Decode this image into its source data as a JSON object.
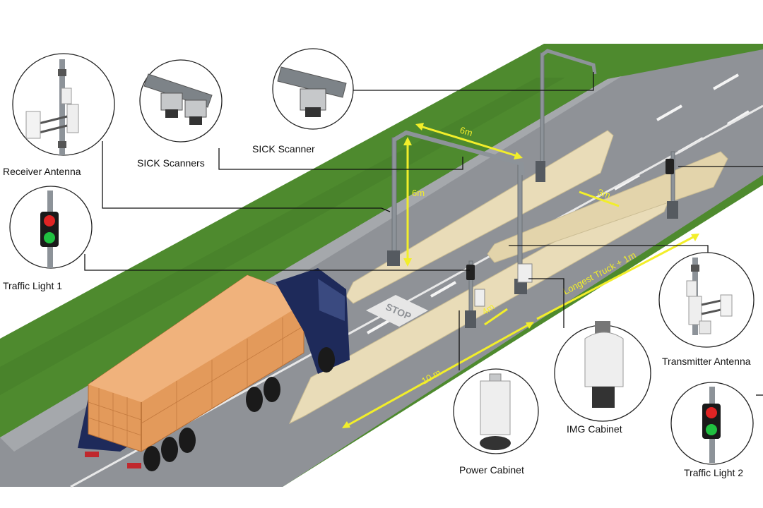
{
  "labels": {
    "receiver_antenna": "Receiver Antenna",
    "sick_scanners": "SICK Scanners",
    "sick_scanner": "SICK Scanner",
    "traffic_light_1": "Traffic Light 1",
    "traffic_light_2": "Traffic Light 2",
    "transmitter_antenna": "Transmitter Antenna",
    "img_cabinet": "IMG Cabinet",
    "power_cabinet": "Power Cabinet"
  },
  "dimensions": {
    "gantry_width": "6m",
    "gantry_height": "6m",
    "lane_width": "3m",
    "stop_distance": "4m",
    "zone_length": "Longest Truck + 1m",
    "approach_length": "10 m"
  },
  "road_marking": "STOP",
  "colors": {
    "grass": "#4e8a2e",
    "road": "#8f9297",
    "barrier": "#e9dcb8",
    "dimension": "#f2ee2a",
    "truck_cab": "#1e2a5a",
    "cargo": "#e39a5b"
  }
}
